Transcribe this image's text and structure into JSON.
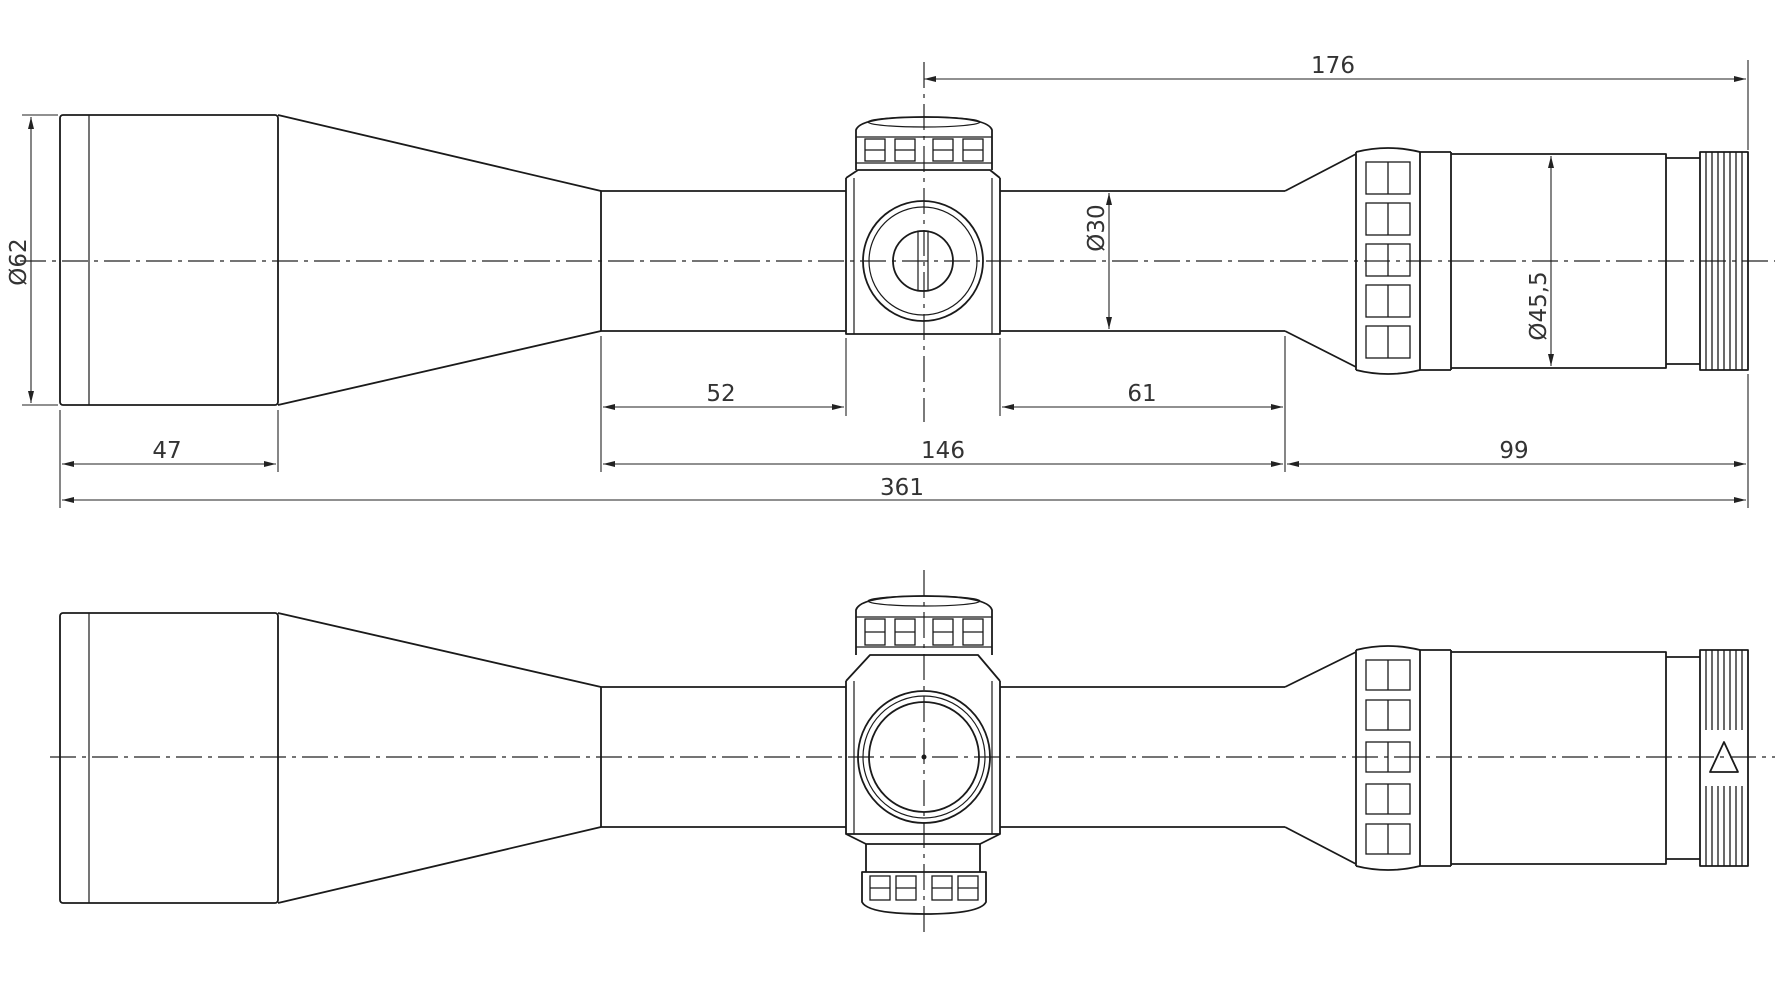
{
  "drawing": {
    "colors": {
      "line": "#1a1a1a",
      "background": "#ffffff",
      "dimension_text": "#333333"
    },
    "dimensions": {
      "d176": "176",
      "d62": "Ø62",
      "d30": "Ø30",
      "d45_5": "Ø45,5",
      "d52": "52",
      "d61": "61",
      "d47": "47",
      "d146": "146",
      "d99": "99",
      "d361": "361"
    }
  }
}
